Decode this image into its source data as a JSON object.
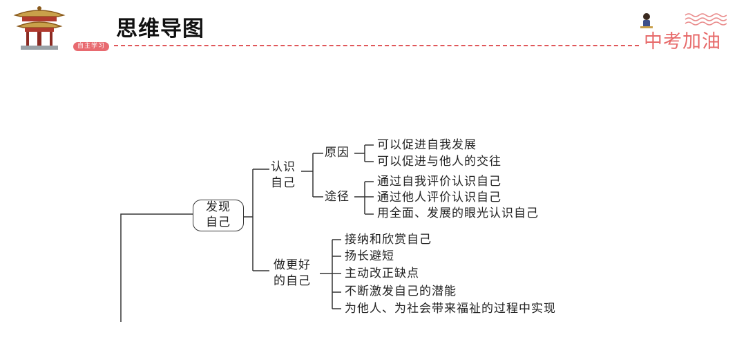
{
  "page": {
    "title": "思维导图",
    "badge": "自主学习",
    "cheer": "中考加油"
  },
  "mindmap": {
    "root": [
      "发现",
      "自己"
    ],
    "branch1": {
      "label": [
        "认识",
        "自己"
      ],
      "reason": {
        "label": "原因",
        "items": [
          "可以促进自我发展",
          "可以促进与他人的交往"
        ]
      },
      "way": {
        "label": "途径",
        "items": [
          "通过自我评价认识自己",
          "通过他人评价认识自己",
          "用全面、发展的眼光认识自己"
        ]
      }
    },
    "branch2": {
      "label": [
        "做更好",
        "的自己"
      ],
      "items": [
        "接纳和欣赏自己",
        "扬长避短",
        "主动改正缺点",
        "不断激发自己的潜能",
        "为他人、为社会带来福祉的过程中实现"
      ]
    }
  },
  "colors": {
    "accent": "#e0575a",
    "cheer": "#e76a6a",
    "line": "#333333"
  },
  "icons": [
    "pavilion-icon",
    "student-figure-icon",
    "wave-icon"
  ]
}
